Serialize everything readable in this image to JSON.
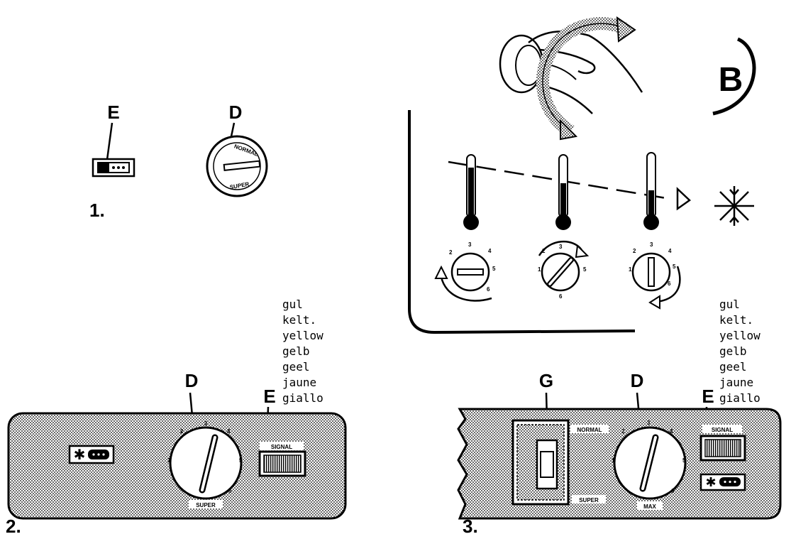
{
  "colors": {
    "ink": "#000000",
    "paper": "#ffffff",
    "panel_fill": "#c8c8c8"
  },
  "section1": {
    "number": "1.",
    "label_e": "E",
    "label_d": "D",
    "knob_text_top": "NORMAL",
    "knob_text_bottom": "SUPER"
  },
  "section2": {
    "number": "2.",
    "label_d": "D",
    "label_e": "E",
    "dial_numbers": [
      "1",
      "2",
      "3",
      "4",
      "5",
      "6"
    ],
    "dial_caption": "SUPER",
    "signal_caption": "SIGNAL",
    "snowflake_symbol": "✱",
    "colors_list": [
      "gul",
      "kelt.",
      "yellow",
      "gelb",
      "geel",
      "jaune",
      "giallo"
    ]
  },
  "sectionB": {
    "badge": "B",
    "dial_numbers": [
      "1",
      "2",
      "3",
      "4",
      "5",
      "6"
    ],
    "icons": [
      "hand-turning-knob-icon",
      "thermometer-icon",
      "snowflake-icon",
      "triangle-pointer-icon"
    ]
  },
  "section3": {
    "number": "3.",
    "label_g": "G",
    "label_d": "D",
    "label_e": "E",
    "switch_top": "NORMAL",
    "switch_bottom": "SUPER",
    "dial_numbers": [
      "1",
      "2",
      "3",
      "4",
      "5",
      "6"
    ],
    "dial_caption": "MAX",
    "signal_caption": "SIGNAL",
    "snowflake_symbol": "✱",
    "colors_list": [
      "gul",
      "kelt.",
      "yellow",
      "gelb",
      "geel",
      "jaune",
      "giallo"
    ]
  }
}
